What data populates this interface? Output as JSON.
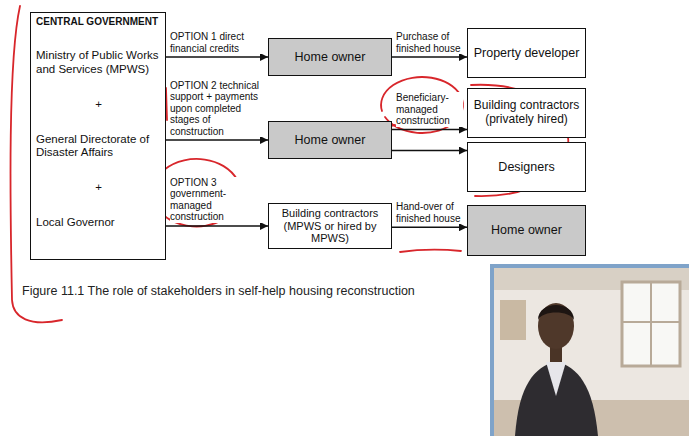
{
  "diagram": {
    "caption": "Figure 11.1 The role of stakeholders in self-help housing reconstruction",
    "nodes": [
      {
        "text": [
          "CENTRAL GOVERNMENT",
          "Ministry of Public Works and Services (MPWS)",
          "+",
          "General Directorate of Disaster Affairs",
          "+",
          "Local Governor"
        ]
      },
      {
        "text": [
          "Home owner"
        ]
      },
      {
        "text": [
          "Property developer"
        ]
      },
      {
        "text": [
          "Home owner"
        ]
      },
      {
        "text": [
          "Building contractors (privately hired)"
        ]
      },
      {
        "text": [
          "Designers"
        ]
      },
      {
        "text": [
          "Building contractors (MPWS or hired by MPWS)"
        ]
      },
      {
        "text": [
          "Home owner"
        ]
      }
    ],
    "edges": [
      {
        "from": 0,
        "to": 1,
        "arrow": "to",
        "label": "OPTION 1 direct financial credits"
      },
      {
        "from": 1,
        "to": 2,
        "arrow": "to",
        "label": "Purchase of finished house"
      },
      {
        "from": 0,
        "to": 3,
        "arrow": "to",
        "label": "OPTION 2 technical support + payments upon completed stages of construction"
      },
      {
        "from": 3,
        "to": 4,
        "arrow": "to",
        "label": "Beneficiary-managed construction"
      },
      {
        "from": 3,
        "to": 5,
        "arrow": "to"
      },
      {
        "from": 0,
        "to": 6,
        "arrow": "to",
        "label": "OPTION 3 government-managed construction"
      },
      {
        "from": 6,
        "to": 7,
        "arrow": "to",
        "label": "Hand-over of finished house"
      }
    ]
  }
}
